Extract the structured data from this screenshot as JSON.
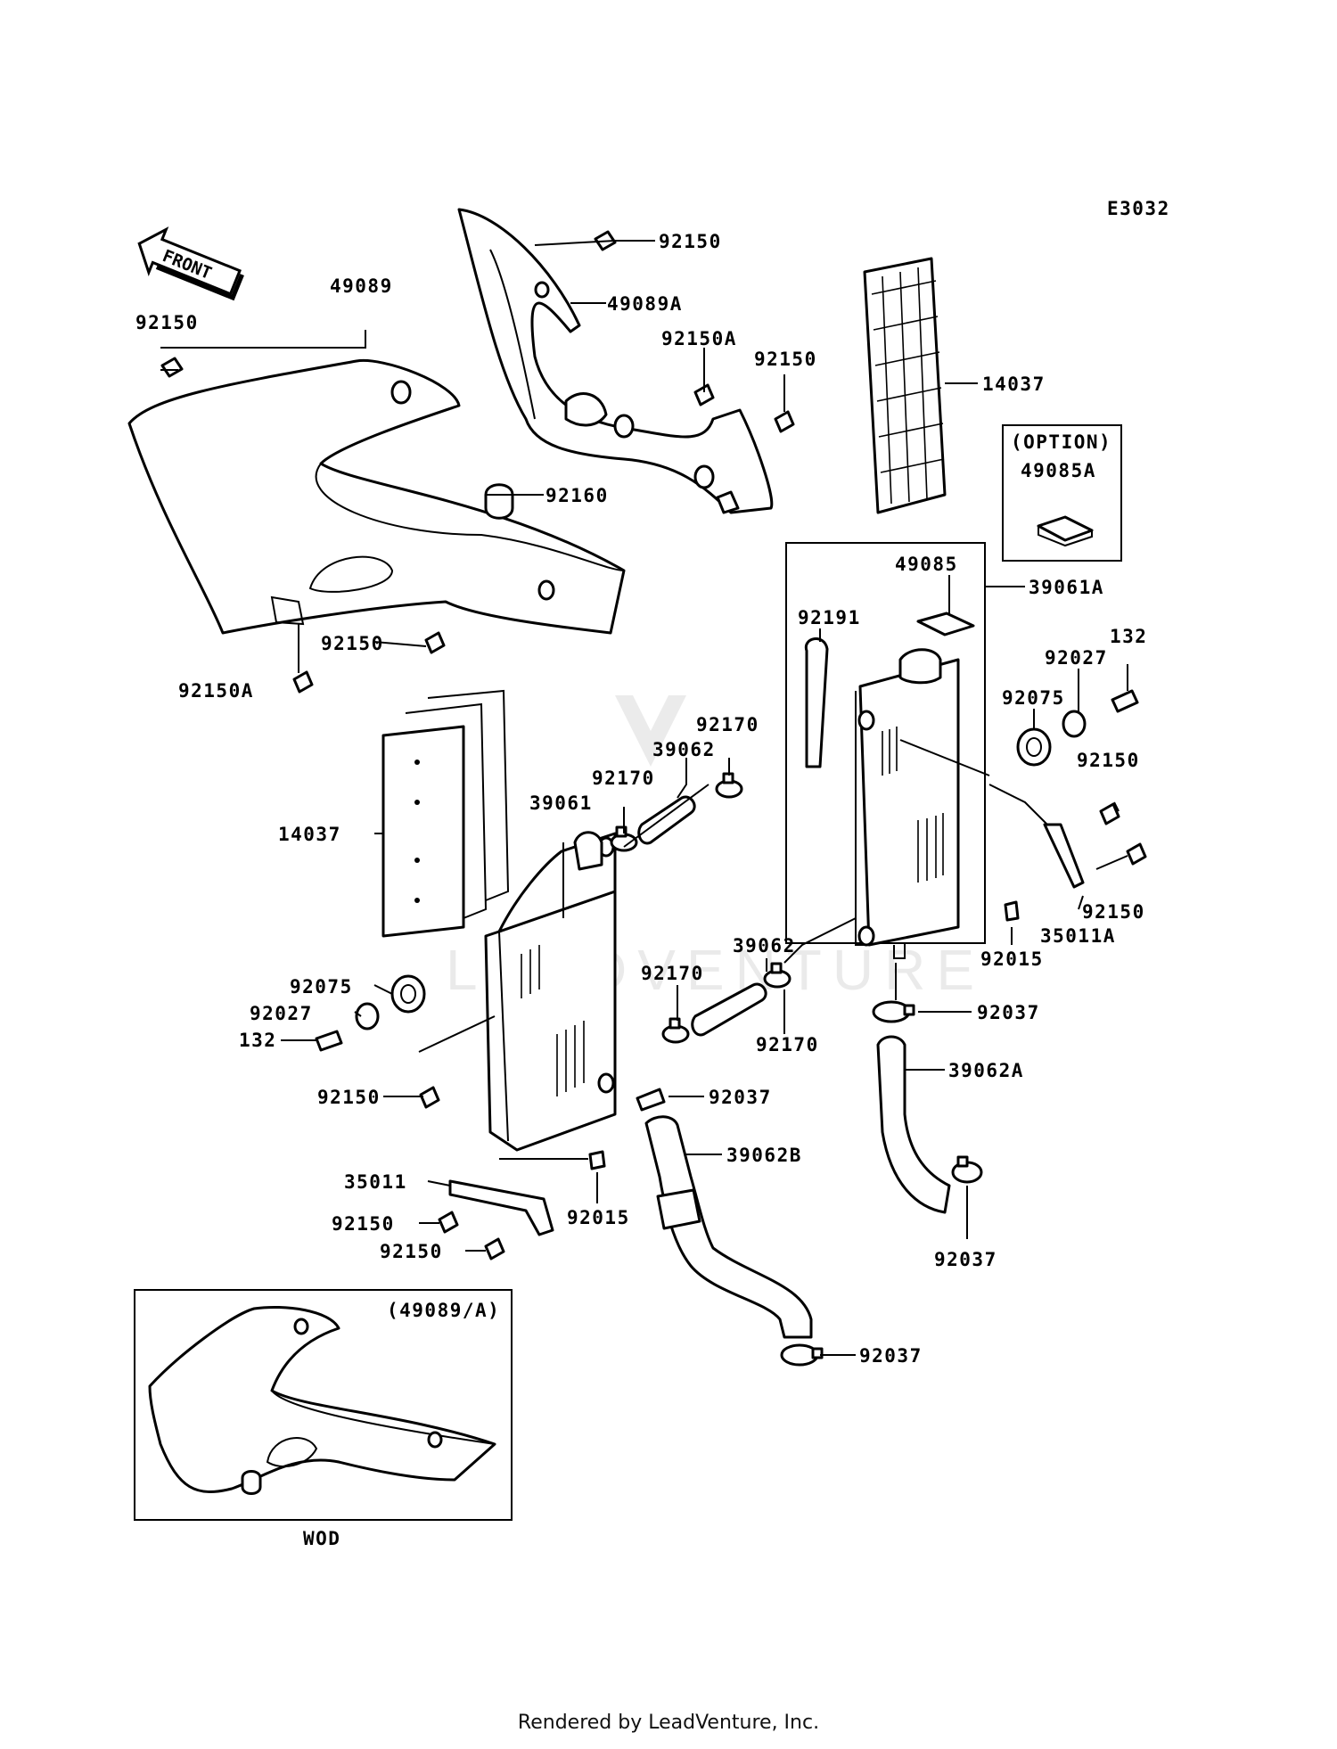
{
  "diagram": {
    "code": "E3032",
    "front_label": "FRONT",
    "option_label": "(OPTION)",
    "option_part": "49085A",
    "inset_label": "(49089/A)",
    "inset_caption": "WOD",
    "labels": [
      "92150",
      "49089A",
      "49089",
      "92150",
      "92150A",
      "92150",
      "14037",
      "92160",
      "49085",
      "39061A",
      "92191",
      "92027",
      "132",
      "92075",
      "92170",
      "39062",
      "92150",
      "92170",
      "39061",
      "14037",
      "92150A",
      "92150",
      "92150",
      "35011A",
      "92015",
      "39062",
      "92170",
      "92075",
      "92027",
      "132",
      "92150",
      "92170",
      "92037",
      "92037",
      "39062A",
      "39062B",
      "35011",
      "92150",
      "92150",
      "92015",
      "92037",
      "92037"
    ]
  },
  "footer": {
    "text": "Rendered by LeadVenture, Inc."
  },
  "colors": {
    "ink": "#000000",
    "background": "#ffffff"
  }
}
